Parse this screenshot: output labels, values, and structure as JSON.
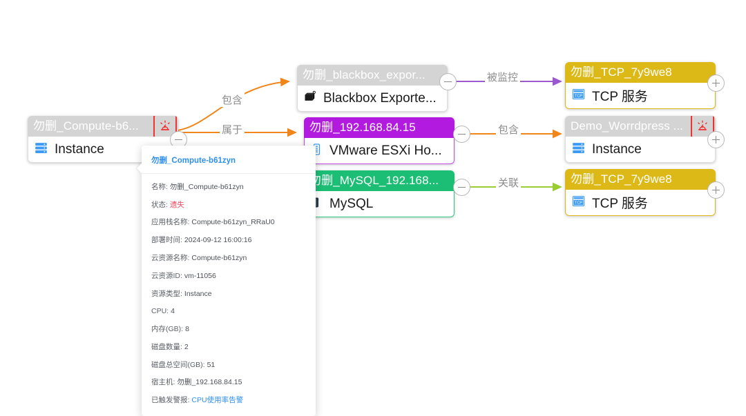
{
  "graph": {
    "nodes": [
      {
        "id": "compute",
        "title": "勿删_Compute-b6...",
        "type_label": "Instance",
        "icon": "instance-icon",
        "color": "gray",
        "has_alarm": true,
        "toggle": "minus"
      },
      {
        "id": "blackbox",
        "title": "勿删_blackbox_expor...",
        "type_label": "Blackbox Exporte...",
        "icon": "blackbox-exporter-icon",
        "color": "gray",
        "has_alarm": false,
        "toggle": "minus"
      },
      {
        "id": "esxi",
        "title": "勿删_192.168.84.15",
        "type_label": "VMware ESXi Ho...",
        "icon": "vmware-esxi-icon",
        "color": "purple",
        "has_alarm": false,
        "toggle": "minus"
      },
      {
        "id": "mysql",
        "title": "勿删_MySQL_192.168...",
        "type_label": "MySQL",
        "icon": "mysql-icon",
        "color": "green",
        "has_alarm": false,
        "toggle": "minus"
      },
      {
        "id": "tcp_top",
        "title": "勿删_TCP_7y9we8",
        "type_label": "TCP 服务",
        "icon": "tcp-service-icon",
        "color": "gold",
        "has_alarm": false,
        "toggle": "plus"
      },
      {
        "id": "wordpress",
        "title": "Demo_Worrdpress ...",
        "type_label": "Instance",
        "icon": "instance-icon",
        "color": "gray",
        "has_alarm": true,
        "toggle": "plus"
      },
      {
        "id": "tcp_bottom",
        "title": "勿删_TCP_7y9we8",
        "type_label": "TCP 服务",
        "icon": "tcp-service-icon",
        "color": "gold",
        "has_alarm": false,
        "toggle": "plus"
      }
    ],
    "edges": [
      {
        "id": "e1",
        "label": "包含",
        "color": "#f08519",
        "from": "compute",
        "to": "blackbox"
      },
      {
        "id": "e2",
        "label": "属于",
        "color": "#f08519",
        "from": "compute",
        "to": "esxi"
      },
      {
        "id": "e3",
        "label": "被监控",
        "color": "#9b59d0",
        "from": "blackbox",
        "to": "tcp_top"
      },
      {
        "id": "e4",
        "label": "包含",
        "color": "#f08519",
        "from": "esxi",
        "to": "wordpress"
      },
      {
        "id": "e5",
        "label": "关联",
        "color": "#9acd32",
        "from": "mysql",
        "to": "tcp_bottom"
      }
    ],
    "colors": {
      "gray": "#d4d4d4",
      "gold": "#ddb918",
      "purple": "#b31ae0",
      "green": "#1cbd75",
      "alarm_red": "#f23030",
      "link_blue": "#2f8fef"
    }
  },
  "tooltip": {
    "title": "勿删_Compute-b61zyn",
    "rows": [
      {
        "key": "名称:",
        "value": "勿删_Compute-b61zyn",
        "style": "normal"
      },
      {
        "key": "状态:",
        "value": "遗失",
        "style": "danger"
      },
      {
        "key": "应用栈名称:",
        "value": "Compute-b61zyn_RRaU0",
        "style": "normal"
      },
      {
        "key": "部署时间:",
        "value": "2024-09-12 16:00:16",
        "style": "normal"
      },
      {
        "key": "云资源名称:",
        "value": "Compute-b61zyn",
        "style": "normal"
      },
      {
        "key": "云资源ID:",
        "value": "vm-11056",
        "style": "normal"
      },
      {
        "key": "资源类型:",
        "value": "Instance",
        "style": "normal"
      },
      {
        "key": "CPU:",
        "value": "4",
        "style": "normal"
      },
      {
        "key": "内存(GB):",
        "value": "8",
        "style": "normal"
      },
      {
        "key": "磁盘数量:",
        "value": "2",
        "style": "normal"
      },
      {
        "key": "磁盘总空间(GB):",
        "value": "51",
        "style": "normal"
      },
      {
        "key": "宿主机:",
        "value": "勿删_192.168.84.15",
        "style": "normal"
      },
      {
        "key": "已触发警报:",
        "value": "CPU使用率告警",
        "style": "link"
      }
    ]
  }
}
